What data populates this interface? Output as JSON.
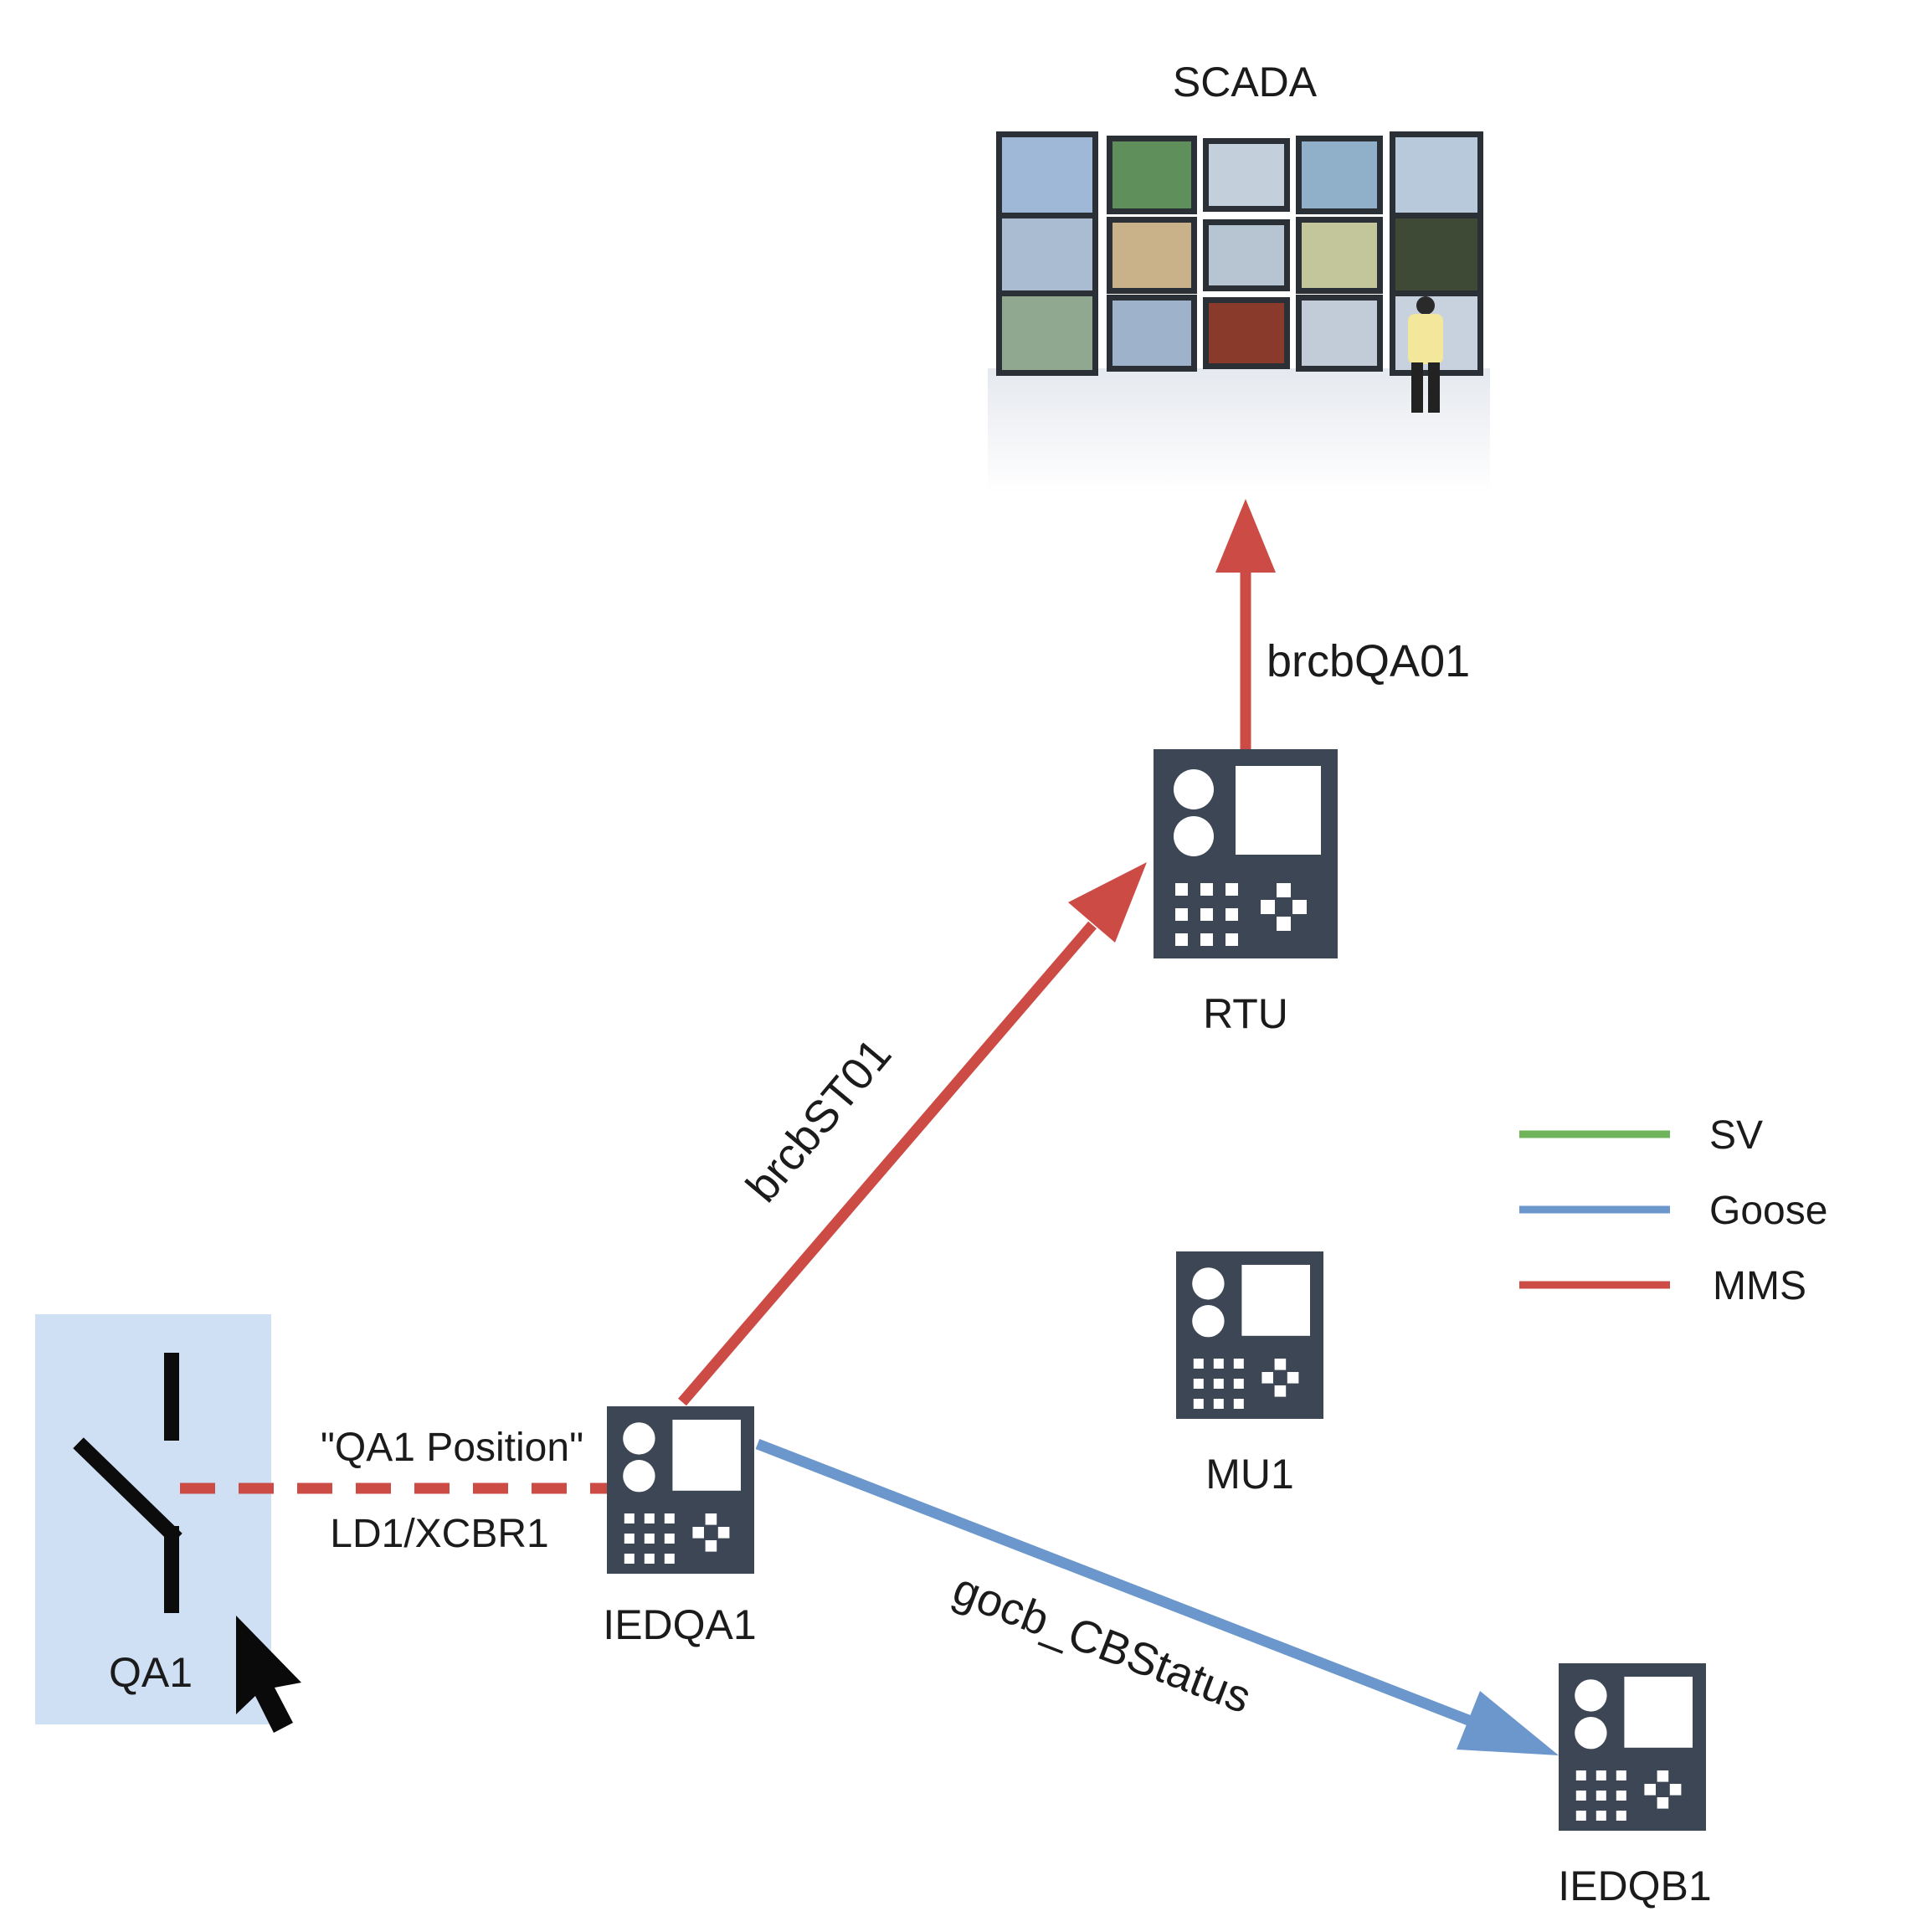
{
  "nodes": {
    "scada": "SCADA",
    "rtu": "RTU",
    "mu1": "MU1",
    "iedqa1": "IEDQA1",
    "iedqb1": "IEDQB1",
    "qa1": "QA1"
  },
  "edges": {
    "brcbQA01": "brcbQA01",
    "brcbST01": "brcbST01",
    "qa1_position": "\"QA1 Position\"",
    "ld1_xcbr1": "LD1/XCBR1",
    "gocb": "gocb_CBStatus"
  },
  "legend": [
    {
      "label": "SV",
      "color": "#6fb35a"
    },
    {
      "label": "Goose",
      "color": "#6b97cc"
    },
    {
      "label": "MMS",
      "color": "#cc4b45"
    }
  ],
  "colors": {
    "mms": "#cc4b45",
    "goose": "#6b97cc",
    "device": "#3d4654",
    "switch_bg": "#cfe0f5"
  }
}
